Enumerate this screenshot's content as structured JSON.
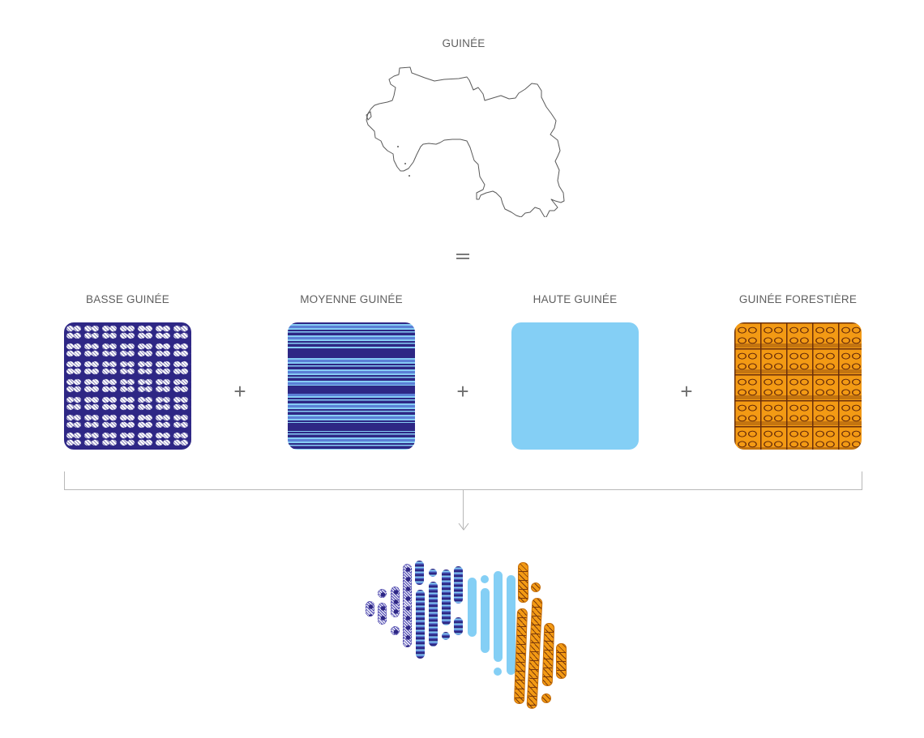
{
  "title": "GUINÉE",
  "equals_symbol": "=",
  "plus_symbol": "+",
  "regions": [
    {
      "label": "BASSE GUINÉE",
      "pattern": "white-flower-on-navy",
      "colors": [
        "#2e2785",
        "#ffffff"
      ]
    },
    {
      "label": "MOYENNE GUINÉE",
      "pattern": "horizontal-stripes",
      "colors": [
        "#2e2785",
        "#86cdf4",
        "#5b7fd6"
      ]
    },
    {
      "label": "HAUTE GUINÉE",
      "pattern": "solid",
      "colors": [
        "#84cff5"
      ]
    },
    {
      "label": "GUINÉE FORESTIÈRE",
      "pattern": "brown-leaf-motif-on-orange",
      "colors": [
        "#f39a14",
        "#6b2f0a"
      ]
    }
  ],
  "result": {
    "description": "Striped logo of Guinea composed of the four regional patterns",
    "arrow_icon": "arrow-down-icon"
  },
  "colors": {
    "text": "#5f5f5f",
    "connector": "#b8b8b8",
    "navy": "#2e2785",
    "light_blue": "#84cff5",
    "orange": "#f39a14"
  }
}
